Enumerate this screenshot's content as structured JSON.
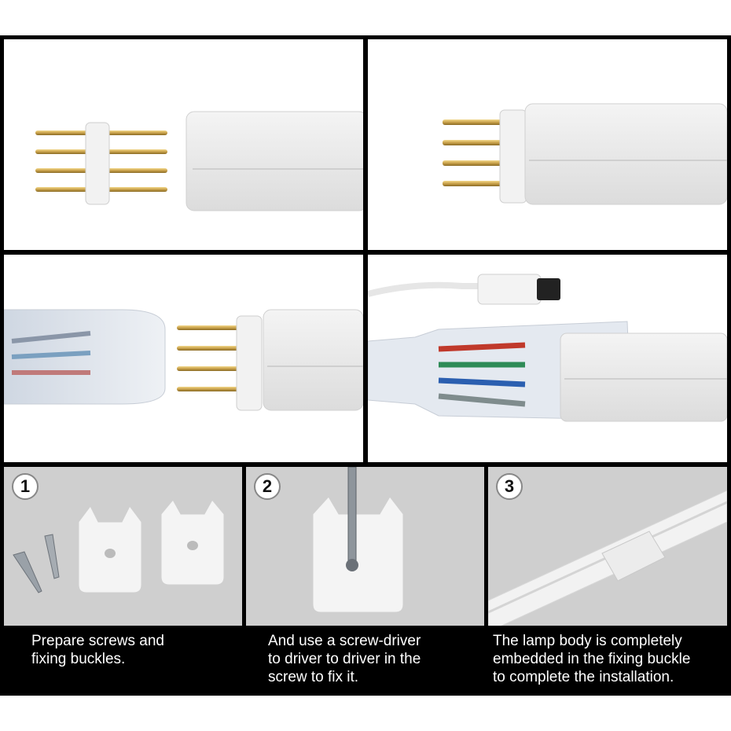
{
  "steps": [
    {
      "number": "1",
      "caption": [
        "Prepare screws and",
        "fixing buckles."
      ]
    },
    {
      "number": "2",
      "caption": [
        "And use a screw-driver",
        "to driver to driver in the",
        "screw to fix it."
      ]
    },
    {
      "number": "3",
      "caption": [
        "The lamp body is completely",
        "embedded in the fixing buckle",
        "to complete the installation."
      ]
    }
  ],
  "colors": {
    "frame": "#000000",
    "panel_gray": "#cfcfcf",
    "pin_gold": "#c9a14a",
    "caption_text": "#ffffff"
  }
}
